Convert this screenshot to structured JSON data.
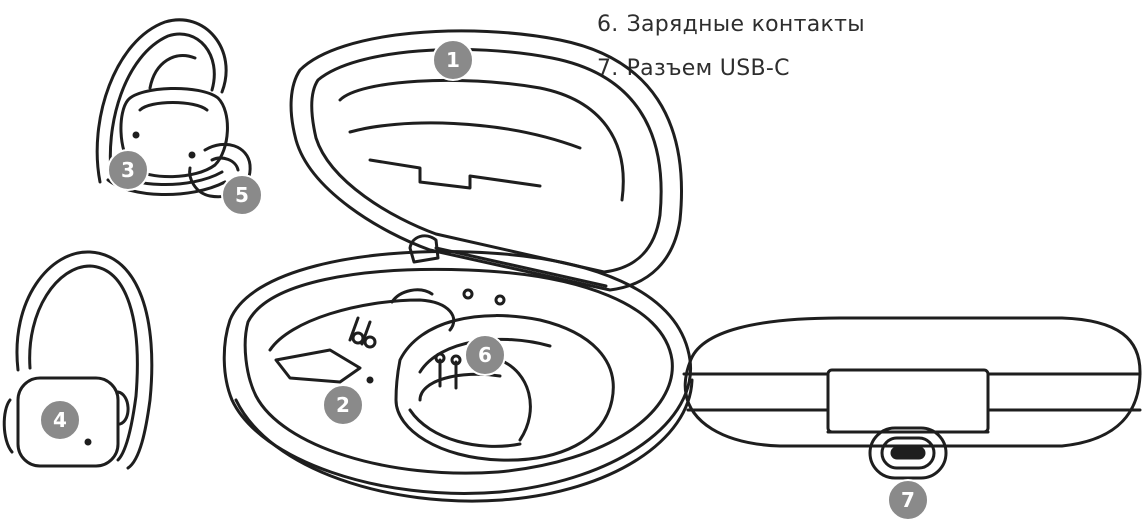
{
  "legend": [
    {
      "number": "6.",
      "text": "Зарядные контакты"
    },
    {
      "number": "7.",
      "text": "Разъем USB-C"
    }
  ],
  "callouts": [
    "1",
    "2",
    "3",
    "4",
    "5",
    "6",
    "7"
  ],
  "colors": {
    "line": "#1e1e1e",
    "callout_fill": "#8a8a8a",
    "background": "#ffffff"
  }
}
